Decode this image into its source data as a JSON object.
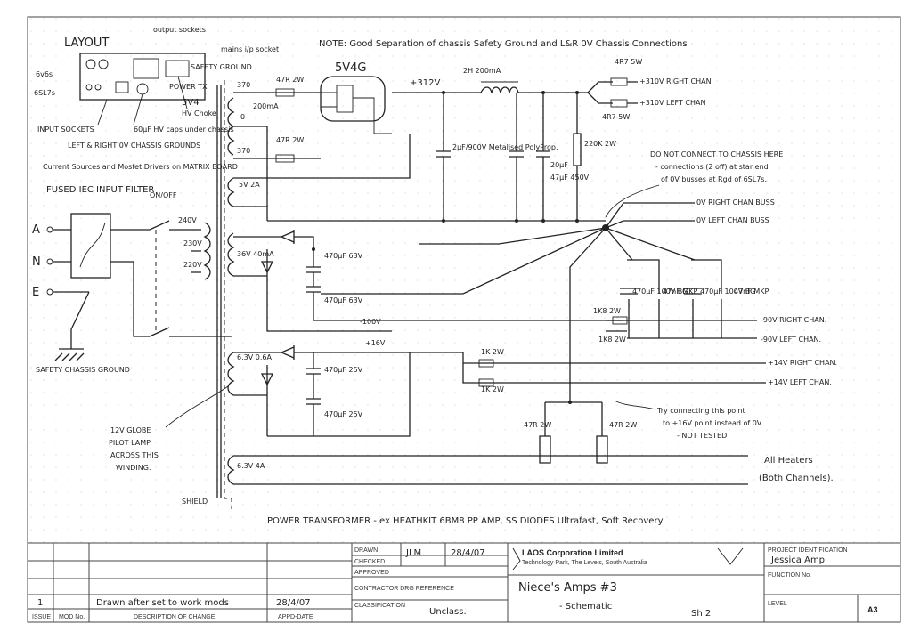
{
  "layout_box": {
    "title": "LAYOUT",
    "output_sockets": "output sockets",
    "mains_socket": "mains i/p socket",
    "safety_ground": "SAFETY GROUND",
    "tube_6v6": "6v6s",
    "tube_6sl7": "6SL7s",
    "tube_5v4": "5V4",
    "power_tx": "POWER TX",
    "hv_choke": "HV Choke",
    "hv_caps": "60µF HV caps under chassis",
    "input_sockets": "INPUT SOCKETS",
    "left_right_ground": "LEFT & RIGHT 0V CHASSIS GROUNDS",
    "current_sources": "Current Sources and Mosfet Drivers on MATRIX BOARD"
  },
  "note": "NOTE: Good Separation of chassis Safety Ground and L&R 0V Chassis Connections",
  "mains": {
    "filter_title": "FUSED IEC INPUT FILTER",
    "on_off": "ON/OFF",
    "a": "A",
    "n": "N",
    "e": "E",
    "safety_chassis_ground": "SAFETY CHASSIS GROUND",
    "tap_240": "240V",
    "tap_230": "230V",
    "tap_220": "220V"
  },
  "hv_supply": {
    "tap_370a": "370",
    "tap_370b": "370",
    "tap_0": "0",
    "current": "200mA",
    "r1": "47R 2W",
    "r2": "47R 2W",
    "rectifier": "5V4G",
    "rail": "+312V",
    "choke": "2H 200mA",
    "cap1": "2µF/900V Metalised PolyProp.",
    "cap2": "20µF",
    "cap3": "47µF 450V",
    "bleeder": "220K 2W",
    "r_out1": "4R7 5W",
    "r_out2": "4R7 5W",
    "out_right": "+310V RIGHT CHAN",
    "out_left": "+310V LEFT CHAN",
    "fil_5v": "5V 2A"
  },
  "ground_note": {
    "line1": "DO NOT CONNECT TO CHASSIS HERE",
    "line2": "- connections (2 off) at star end",
    "line3": "of 0V busses at Rgd of 6SL7s."
  },
  "buses": {
    "right": "0V RIGHT CHAN BUSS",
    "left": "0V LEFT CHAN BUSS"
  },
  "bias_supply": {
    "winding": "36V 40mA",
    "cap1": "470µF 63V",
    "cap2": "470µF 63V",
    "rail": "-100V",
    "c_a": "470µF 100V BG",
    "c_b": "47nF MKP",
    "c_c": "470µF 100V BG",
    "c_d": "47nF MKP",
    "r_a": "1K8 2W",
    "r_b": "1K8 2W",
    "out_right": "-90V RIGHT CHAN.",
    "out_left": "-90V LEFT CHAN."
  },
  "lv_supply": {
    "winding": "6.3V 0.6A",
    "rail": "+16V",
    "cap1": "470µF 25V",
    "cap2": "470µF 25V",
    "r_a": "1K 2W",
    "r_b": "1K 2W",
    "out_right": "+14V RIGHT CHAN.",
    "out_left": "+14V LEFT CHAN.",
    "r_c": "47R 2W",
    "r_d": "47R 2W"
  },
  "try_note": {
    "line1": "Try connecting this point",
    "line2": "to +16V point instead of 0V",
    "line3": "- NOT TESTED"
  },
  "pilot_lamp": {
    "line1": "12V GLOBE",
    "line2": "PILOT LAMP",
    "line3": "ACROSS THIS",
    "line4": "WINDING."
  },
  "heaters": {
    "winding": "6.3V 4A",
    "line1": "All Heaters",
    "line2": "(Both Channels)."
  },
  "shield": "SHIELD",
  "transformer_note": "POWER TRANSFORMER - ex HEATHKIT 6BM8 PP AMP, SS DIODES Ultrafast, Soft Recovery",
  "title_block": {
    "drawn_label": "DRAWN",
    "checked_label": "CHECKED",
    "approved_label": "APPROVED",
    "contractor_label": "CONTRACTOR DRG REFERENCE",
    "classification_label": "CLASSIFICATION",
    "drawn_by": "JLM",
    "drawn_date": "28/4/07",
    "classification": "Unclass.",
    "company": "LAOS Corporation Limited",
    "company_address": "Technology Park, The Levels, South Australia",
    "project_id_label": "PROJECT IDENTIFICATION",
    "project": "Jessica Amp",
    "function_label": "FUNCTION No.",
    "level_label": "LEVEL",
    "sheet_size": "A3",
    "drawing_title": "Niece's Amps #3",
    "drawing_subtitle": "- Schematic",
    "sheet": "Sh 2",
    "issue_label": "ISSUE",
    "mod_label": "MOD No.",
    "desc_label": "DESCRIPTION OF CHANGE",
    "appd_label": "APPD-DATE",
    "issue": "1",
    "change": "Drawn after set to work mods",
    "change_date": "28/4/07"
  }
}
